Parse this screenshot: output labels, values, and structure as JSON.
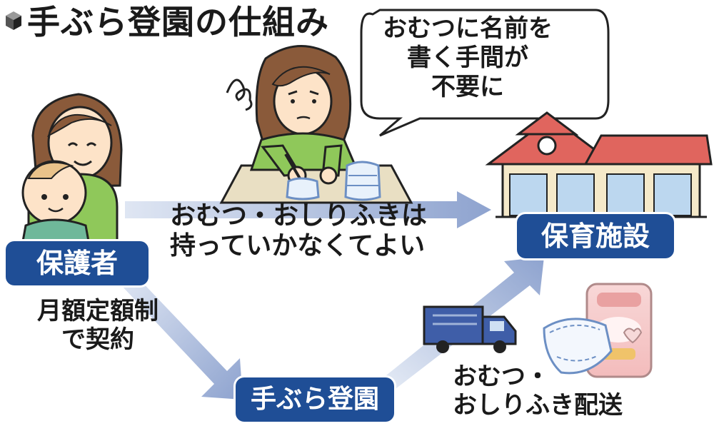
{
  "title": "手ぶら登園の仕組み",
  "icons": [
    "cube-bullet-icon",
    "mother-with-baby-illustration",
    "parent-writing-name-illustration",
    "nursery-building-illustration",
    "delivery-truck-illustration",
    "diaper-illustration",
    "wipes-package-illustration"
  ],
  "speech_bubble": {
    "lines": [
      "おむつに名前を",
      "書く手間が",
      "不要に"
    ]
  },
  "labels": {
    "parent": "保護者",
    "facility": "保育施設",
    "service": "手ぶら登園"
  },
  "flows": {
    "parent_to_facility": [
      "おむつ・おしりふきは",
      "持っていかなくてよい"
    ],
    "parent_to_service": [
      "月額定額制",
      "で契約"
    ],
    "service_to_facility": [
      "おむつ・",
      "おしりふき配送"
    ]
  },
  "colors": {
    "label_bg": "#1f4e96",
    "arrow": "#9fb3d8",
    "roof": "#e0655e",
    "shirt": "#8fc85a",
    "hair": "#8a5a3a",
    "building_wall": "#f5e9c9"
  }
}
